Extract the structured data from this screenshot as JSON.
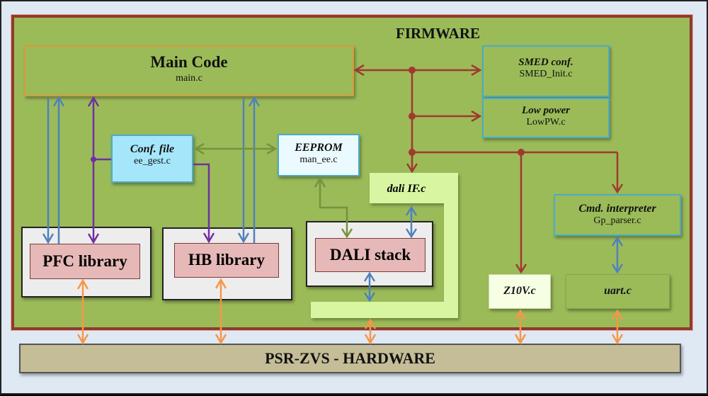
{
  "diagram": {
    "title": "FIRMWARE",
    "main_code": {
      "title": "Main Code",
      "file": "main.c"
    },
    "smed_conf": {
      "title": "SMED conf.",
      "file": "SMED_Init.c"
    },
    "low_power": {
      "title": "Low power",
      "file": "LowPW.c"
    },
    "conf_file": {
      "title": "Conf. file",
      "file": "ee_gest.c"
    },
    "eeprom": {
      "title": "EEPROM",
      "file": "man_ee.c"
    },
    "dali_if": {
      "title": "dali  IF.c"
    },
    "pfc_library": {
      "title": "PFC library"
    },
    "hb_library": {
      "title": "HB library"
    },
    "dali_stack": {
      "title": "DALI stack"
    },
    "cmd_interpreter": {
      "title": "Cmd. interpreter",
      "file": "Gp_parser.c"
    },
    "z10v": {
      "title": "Z10V.c"
    },
    "uart": {
      "title": "uart.c"
    },
    "hardware": {
      "title": "PSR-ZVS - HARDWARE"
    },
    "colors": {
      "firmware_bg": "#9bbb59",
      "firmware_border": "#8e3b2e",
      "red_bus": "#a0392e",
      "blue_link": "#4f81bd",
      "purple_link": "#7030a0",
      "green_link": "#76923c",
      "orange_link": "#f79646",
      "hardware_bg": "#c4bd97"
    }
  }
}
